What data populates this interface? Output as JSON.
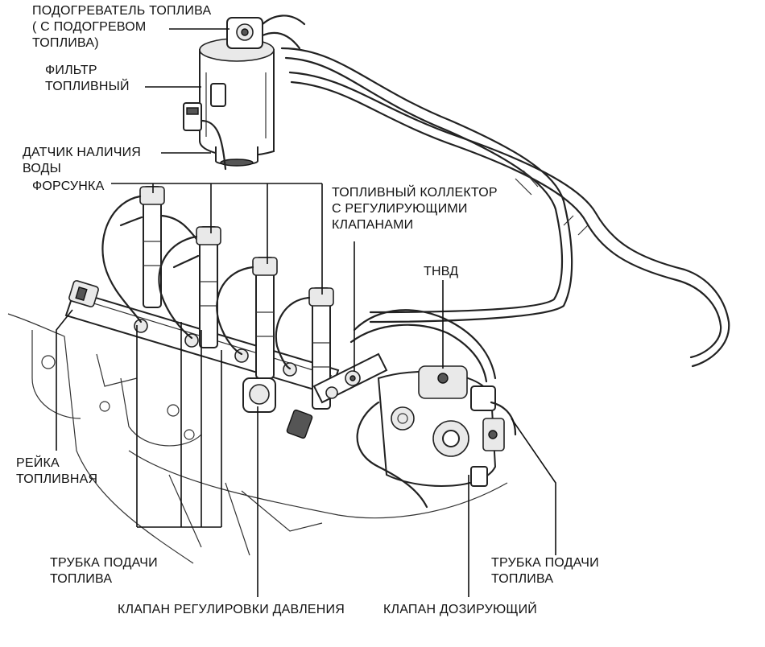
{
  "labels": {
    "heater": "ПОДОГРЕВАТЕЛЬ ТОПЛИВА\n( С ПОДОГРЕВОМ\nТОПЛИВА)",
    "filter": "ФИЛЬТР\nТОПЛИВНЫЙ",
    "water_sensor": "ДАТЧИК НАЛИЧИЯ\nВОДЫ",
    "injector": "ФОРСУНКА",
    "collector": "ТОПЛИВНЫЙ КОЛЛЕКТОР\nС РЕГУЛИРУЮЩИМИ\nКЛАПАНАМИ",
    "pump": "ТНВД",
    "rail": "РЕЙКА\nТОПЛИВНАЯ",
    "feed_pipe_left": "ТРУБКА ПОДАЧИ\nТОПЛИВА",
    "feed_pipe_right": "ТРУБКА ПОДАЧИ\nТОПЛИВА",
    "pressure_valve": "КЛАПАН РЕГУЛИРОВКИ ДАВЛЕНИЯ",
    "metering_valve": "КЛАПАН ДОЗИРУЮЩИЙ"
  }
}
